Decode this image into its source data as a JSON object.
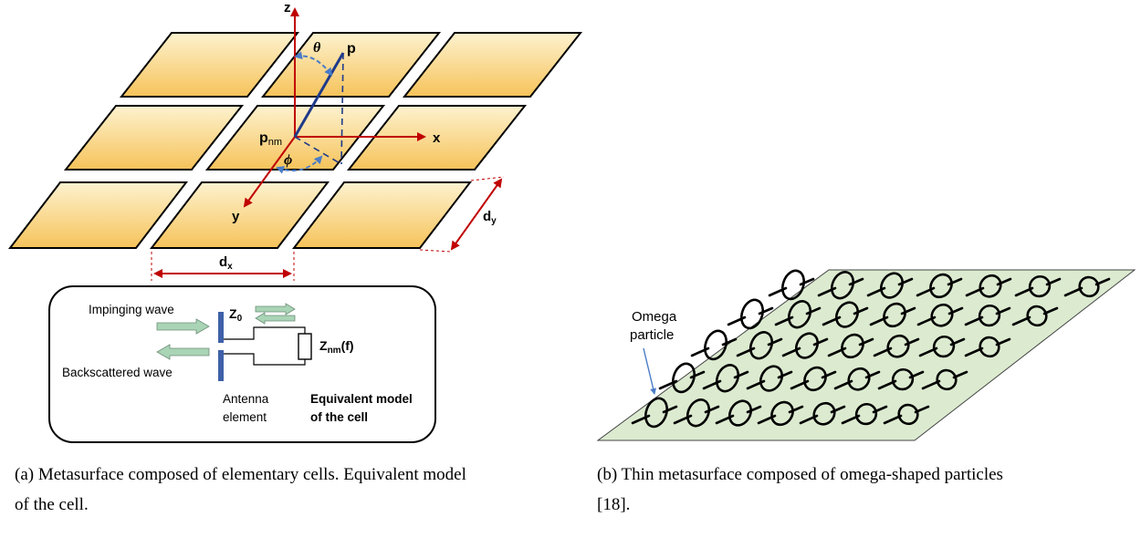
{
  "figure_a": {
    "axes": {
      "z": "z",
      "x": "x",
      "y": "y"
    },
    "point_p": "p",
    "point_pnm": "p",
    "point_pnm_sub": "nm",
    "angle_theta": "θ",
    "angle_phi": "ϕ",
    "dim_x": "d",
    "dim_x_sub": "x",
    "dim_y": "d",
    "dim_y_sub": "y",
    "model": {
      "impinging": "Impinging wave",
      "backscattered": "Backscattered wave",
      "z0": "Z",
      "z0_sub": "0",
      "znm": "Z",
      "znm_sub": "nm",
      "znm_arg": "(f)",
      "antenna_line1": "Antenna",
      "antenna_line2": "element",
      "equiv_line1": "Equivalent model",
      "equiv_line2": "of the cell"
    },
    "caption_line1": "(a) Metasurface composed of elementary cells. Equivalent model",
    "caption_line2": "of the cell."
  },
  "figure_b": {
    "label_line1": "Omega",
    "label_line2": "particle",
    "caption_line1": "(b) Thin metasurface composed of omega-shaped particles",
    "caption_line2": "[18]."
  },
  "colors": {
    "cell_top": "#fdf0c8",
    "cell_bottom": "#f6c65a",
    "axis_red": "#c00000",
    "vector_blue": "#1f3a8a",
    "angle_blue": "#4a7cc7",
    "arrow_green": "#a9d4b5",
    "sheet_green": "#dcebd0"
  }
}
